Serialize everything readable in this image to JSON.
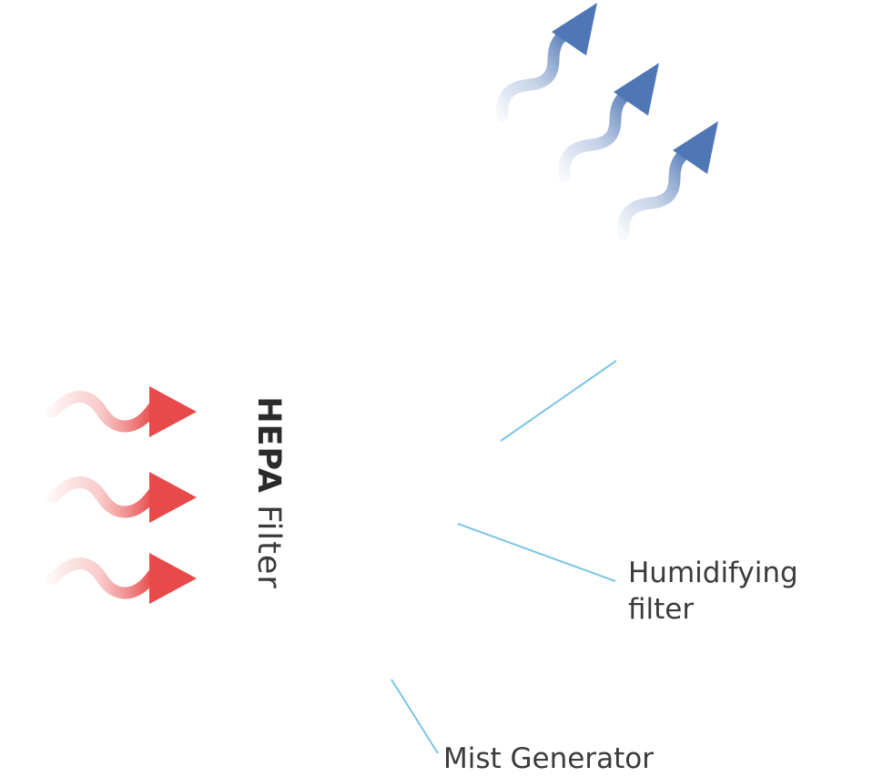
{
  "labels": {
    "hepa_bold": "HEPA",
    "hepa_rest": " Filter",
    "humidifying_line1": "Humidifying",
    "humidifying_line2": "filter",
    "mist": "Mist Generator"
  },
  "colors": {
    "intake_arrow": "#e84a4a",
    "outlet_arrow": "#4f77b6",
    "leader_line": "#7cc4e4",
    "text": "#3b3b3b"
  },
  "icons": {
    "intake": "dirty-air-intake-arrow-icon",
    "outlet": "clean-air-outlet-arrow-icon"
  }
}
